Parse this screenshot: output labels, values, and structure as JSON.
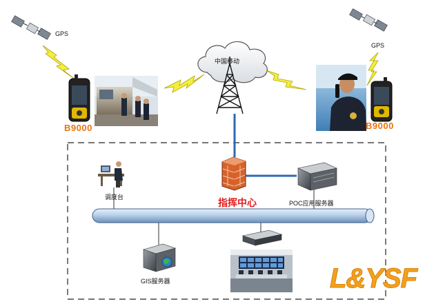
{
  "gps_left": "GPS",
  "gps_right": "GPS",
  "network": "中国移动",
  "device_left": "B9000",
  "device_right": "B9000",
  "command_center": "指挥中心",
  "dispatch": "调度台",
  "poc_server": "POC应用服务器",
  "gis_server": "GIS服务器",
  "brand_logo": "L&YSF",
  "colors": {
    "bus": "#b8d0ea",
    "link": "#2f67b6",
    "lightning": "#f3ef3a",
    "accent": "#e8740c",
    "title": "#e31b1b"
  }
}
